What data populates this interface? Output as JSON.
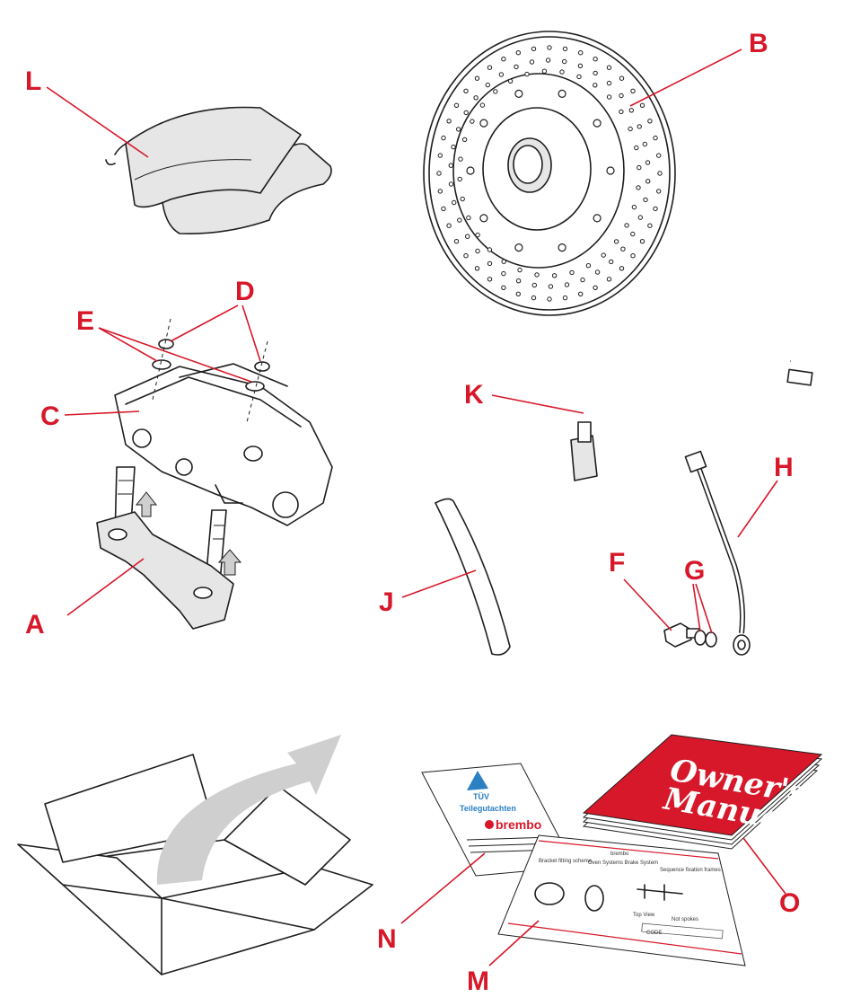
{
  "callouts": {
    "A": "A",
    "B": "B",
    "C": "C",
    "D": "D",
    "E": "E",
    "F": "F",
    "G": "G",
    "H": "H",
    "J": "J",
    "K": "K",
    "L": "L",
    "M": "M",
    "N": "N",
    "O": "O"
  },
  "owners_manual": {
    "line1": "Owner's",
    "line2": "Manual"
  },
  "certificate": {
    "logo_text": "TÜV",
    "title": "Teilegutachten",
    "brand": "brembo"
  },
  "instructions_sheet": {
    "brand": "brembo",
    "heading": "Oven Systems Brake System",
    "left_caption": "Bracket fitting scheme",
    "right_caption": "Sequence fixation frames",
    "top_view": "Top View",
    "note": "Not spokes",
    "code": "CODE"
  },
  "colors": {
    "accent_red": "#d7182a",
    "arrow_gray": "#cfcfcf",
    "tuv_blue": "#2b7fc3"
  }
}
